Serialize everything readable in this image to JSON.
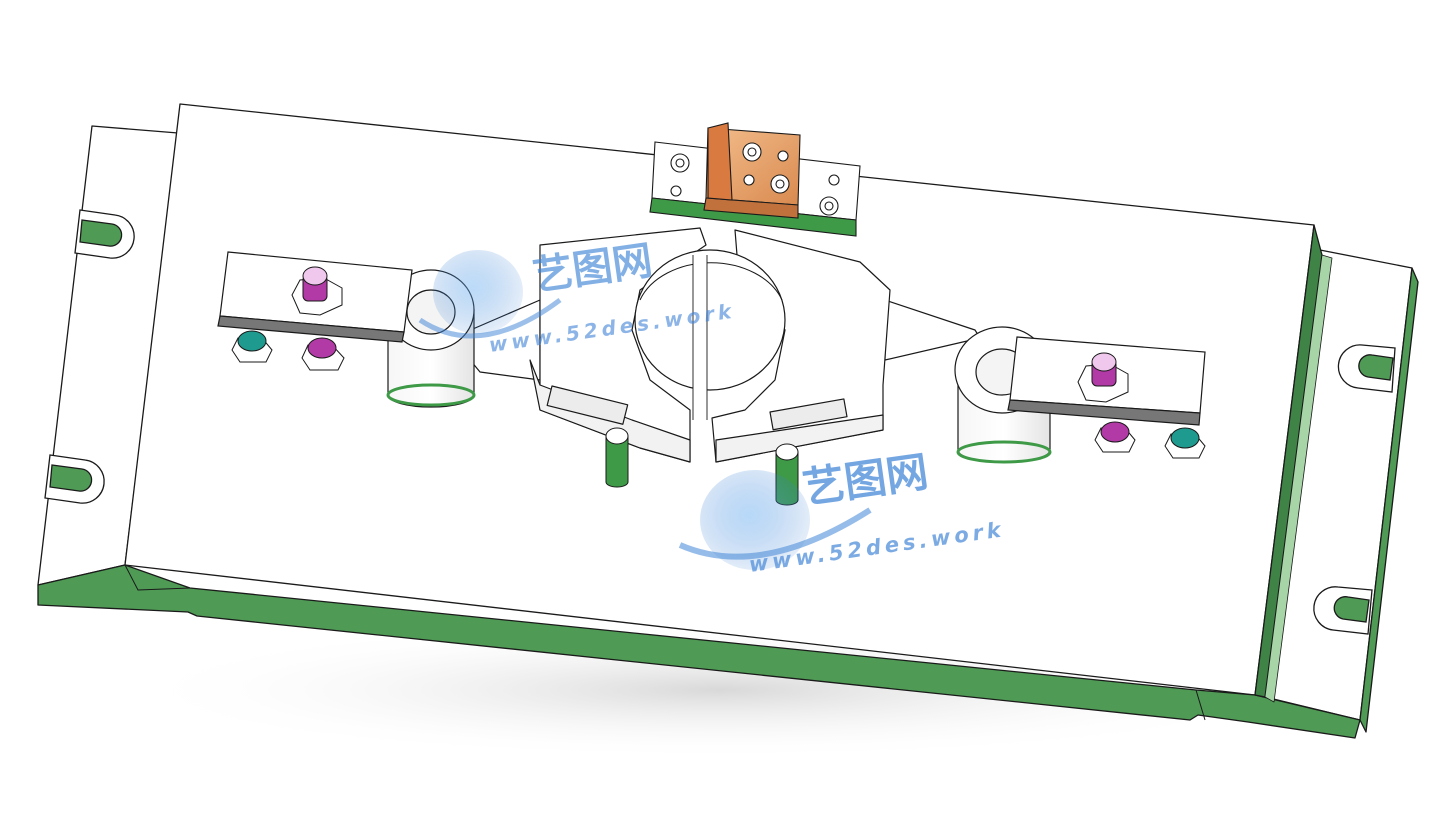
{
  "scene": {
    "description_hidden": false
  },
  "watermarks": [
    {
      "logo_text": "艺图网",
      "url_text": "www.52des.work"
    },
    {
      "logo_text": "艺图网",
      "url_text": "www.52des.work"
    }
  ],
  "colors": {
    "background": "#ffffff",
    "plate_top": "#ffffff",
    "plate_edge": "#4f9a55",
    "plate_edge_dark": "#3f8446",
    "outline": "#1a1a1a",
    "bronze": "#e8a36a",
    "bronze_dark": "#c0713c",
    "bolt_purple": "#b23aa6",
    "bolt_purple_light": "#f0c8ee",
    "bolt_teal": "#1f9a8e",
    "pin_green": "#3f9a48",
    "watermark_blue": "#3e83d6",
    "shadow_gray": "#d8d8d8"
  },
  "icons": [
    "bronze-clamp-icon",
    "hex-bolt-icon",
    "locating-pin-icon",
    "globe-logo-icon"
  ]
}
